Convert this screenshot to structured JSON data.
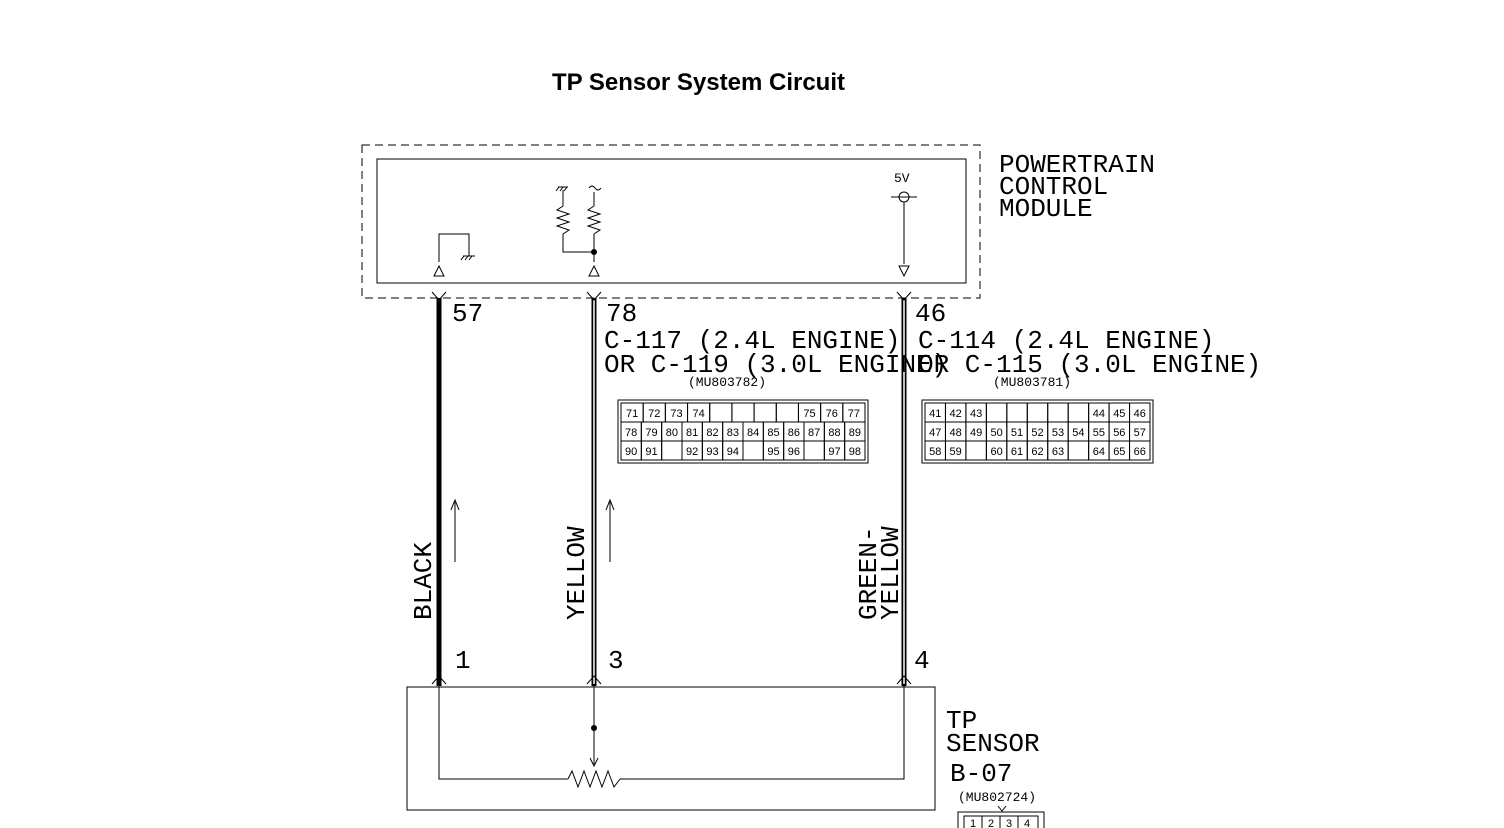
{
  "title": "TP Sensor System Circuit",
  "pcm": {
    "name_lines": [
      "POWERTRAIN",
      "CONTROL",
      "MODULE"
    ],
    "voltage": "5V"
  },
  "pins": {
    "black_ecm": "57",
    "yellow_ecm": "78",
    "greenyellow_ecm": "46",
    "black_sensor": "1",
    "yellow_sensor": "3",
    "greenyellow_sensor": "4"
  },
  "connector_left": {
    "line1": "C-117 (2.4L ENGINE)",
    "line2": "OR C-119 (3.0L ENGINE)",
    "part": "(MU803782)",
    "rows": [
      [
        "71",
        "72",
        "73",
        "74",
        "",
        "",
        "",
        "",
        "75",
        "76",
        "77"
      ],
      [
        "78",
        "79",
        "80",
        "81",
        "82",
        "83",
        "84",
        "85",
        "86",
        "87",
        "88",
        "89"
      ],
      [
        "90",
        "91",
        "",
        "92",
        "93",
        "94",
        "",
        "95",
        "96",
        "",
        "97",
        "98"
      ]
    ]
  },
  "connector_right": {
    "line1": "C-114 (2.4L ENGINE)",
    "line2": "OR C-115 (3.0L ENGINE)",
    "part": "(MU803781)",
    "rows": [
      [
        "41",
        "42",
        "43",
        "",
        "",
        "",
        "",
        "",
        "44",
        "45",
        "46"
      ],
      [
        "47",
        "48",
        "49",
        "50",
        "51",
        "52",
        "53",
        "54",
        "55",
        "56",
        "57"
      ],
      [
        "58",
        "59",
        "",
        "60",
        "61",
        "62",
        "63",
        "",
        "64",
        "65",
        "66"
      ]
    ]
  },
  "wires": {
    "black": "BLACK",
    "yellow": "YELLOW",
    "greenyellow_1": "GREEN-",
    "greenyellow_2": "YELLOW"
  },
  "sensor": {
    "name_lines": [
      "TP",
      "SENSOR"
    ],
    "id": "B-07",
    "part": "(MU802724)",
    "pins": [
      "1",
      "2",
      "3",
      "4"
    ]
  }
}
